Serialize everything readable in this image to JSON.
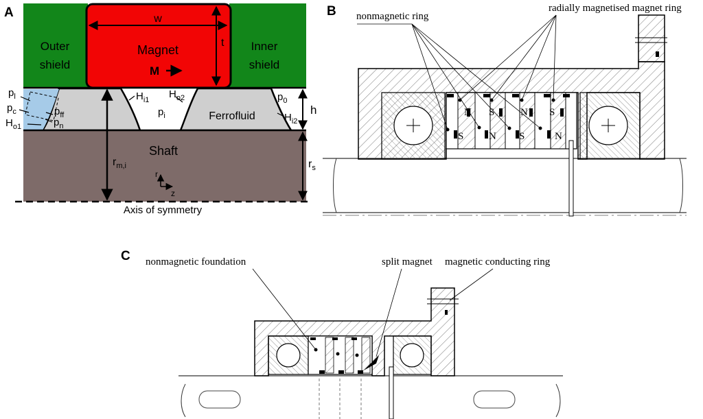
{
  "panels": {
    "a": {
      "letter": "A",
      "labels": {
        "w": "w",
        "t": "t",
        "magnet": "Magnet",
        "magnetization": "M",
        "outer_shield_l1": "Outer",
        "outer_shield_l2": "shield",
        "inner_shield_l1": "Inner",
        "inner_shield_l2": "shield",
        "ferrofluid": "Ferrofluid",
        "shaft": "Shaft",
        "axis": "Axis of symmetry",
        "h": "h",
        "r_axis": "r",
        "z_axis": "z",
        "p_l": {
          "base": "p",
          "sub": "l"
        },
        "p_c": {
          "base": "p",
          "sub": "c"
        },
        "p_ff": {
          "base": "p",
          "sub": "ff"
        },
        "p_n": {
          "base": "p",
          "sub": "n"
        },
        "p_i": {
          "base": "p",
          "sub": "i"
        },
        "p_0": {
          "base": "p",
          "sub": "0"
        },
        "H_o1": {
          "base": "H",
          "sub": "o1"
        },
        "H_i1": {
          "base": "H",
          "sub": "i1"
        },
        "H_o2": {
          "base": "H",
          "sub": "o2"
        },
        "H_i2": {
          "base": "H",
          "sub": "i2"
        },
        "r_mi": {
          "base": "r",
          "sub": "m,i"
        },
        "r_s": {
          "base": "r",
          "sub": "s"
        }
      },
      "colors": {
        "shield": "#12861a",
        "magnet": "#f20505",
        "fluid": "#cfcfcf",
        "seal_region": "#a6cbe8",
        "shaft": "#7e6b69"
      }
    },
    "b": {
      "letter": "B",
      "labels": {
        "nonmagnetic_ring": "nonmagnetic ring",
        "magnet_ring": "radially magnetised magnet ring"
      },
      "poles": [
        "N",
        "S",
        "S",
        "N",
        "N",
        "S",
        "S",
        "N"
      ]
    },
    "c": {
      "letter": "C",
      "labels": {
        "foundation": "nonmagnetic foundation",
        "split_magnet": "split magnet",
        "conducting_ring": "magnetic conducting ring"
      }
    }
  }
}
